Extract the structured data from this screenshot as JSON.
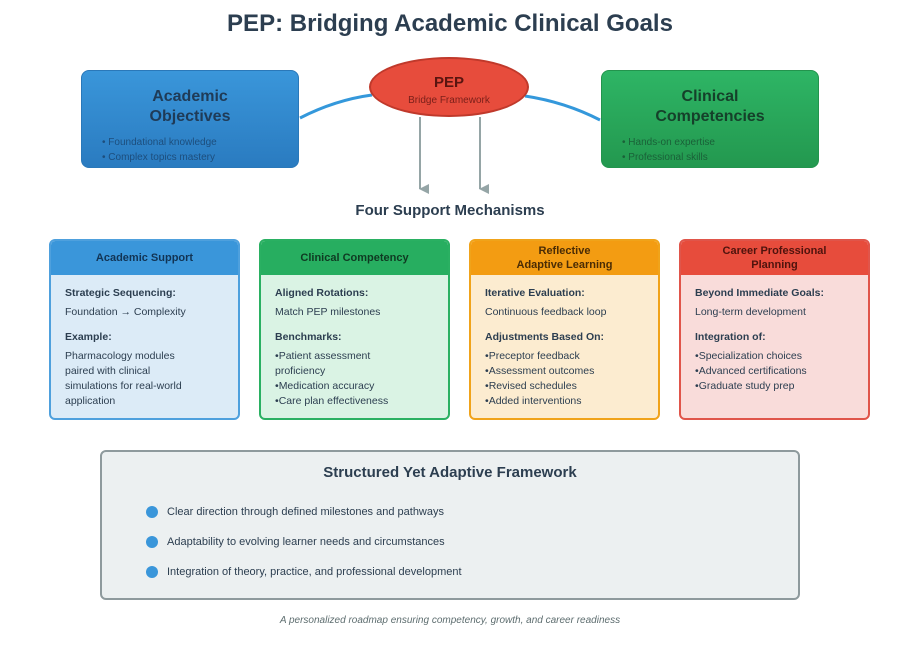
{
  "title": "PEP: Bridging Academic Clinical Goals",
  "academic_box": {
    "heading": "Academic\nObjectives",
    "items": [
      "Foundational knowledge",
      "Complex topics mastery"
    ]
  },
  "pep": {
    "title": "PEP",
    "subtitle": "Bridge Framework"
  },
  "clinical_box": {
    "heading": "Clinical\nCompetencies",
    "items": [
      "Hands-on expertise",
      "Professional skills"
    ]
  },
  "mechanisms_heading": "Four Support Mechanisms",
  "cards": [
    {
      "title": "Academic Support",
      "label1": "Strategic Sequencing:",
      "text1": "Foundation → Complexity",
      "label2": "Example:",
      "text2": "Pharmacology modules paired with clinical simulations for real-world application"
    },
    {
      "title": "Clinical Competency",
      "label1": "Aligned Rotations:",
      "text1": "Match PEP milestones",
      "label2": "Benchmarks:",
      "items": [
        "Patient assessment proficiency",
        "Medication accuracy",
        "Care plan effectiveness"
      ]
    },
    {
      "title": "Reflective\nAdaptive Learning",
      "label1": "Iterative Evaluation:",
      "text1": "Continuous feedback loop",
      "label2": "Adjustments Based On:",
      "items": [
        "Preceptor feedback",
        "Assessment outcomes",
        "Revised schedules",
        "Added interventions"
      ]
    },
    {
      "title": "Career Professional\nPlanning",
      "label1": "Beyond Immediate Goals:",
      "text1": "Long-term development",
      "label2": "Integration of:",
      "items": [
        "Specialization choices",
        "Advanced certifications",
        "Graduate study prep"
      ]
    }
  ],
  "framework": {
    "title": "Structured Yet Adaptive Framework",
    "items": [
      "Clear direction through defined milestones and pathways",
      "Adaptability to evolving learner needs and circumstances",
      "Integration of theory, practice, and professional development"
    ]
  },
  "footer": "A personalized roadmap ensuring competency, growth, and career readiness",
  "colors": {
    "academic": "#3498db",
    "pep": "#e74c3c",
    "clinical": "#27ae60",
    "reflective": "#f39c12",
    "connector": "#3498db",
    "arrow": "#95a5a6"
  }
}
